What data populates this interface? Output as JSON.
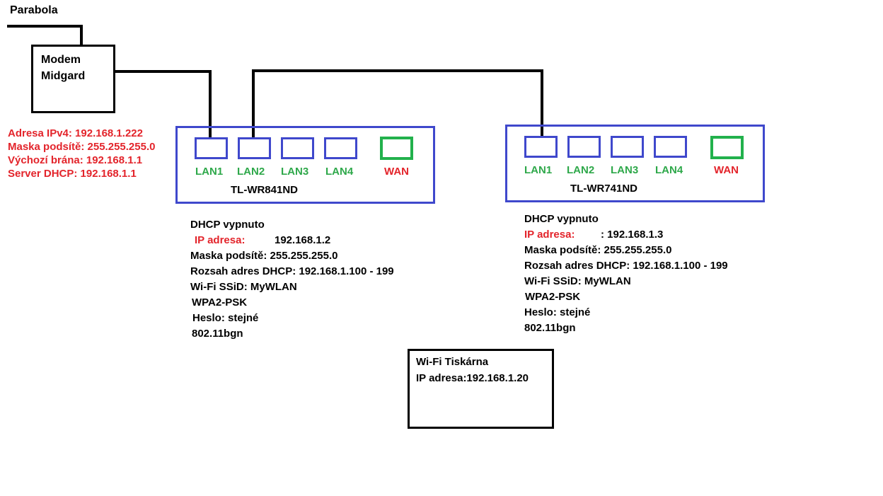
{
  "colors": {
    "wire": "#000000",
    "router_border": "#3f48cc",
    "lan": "#2ea84a",
    "wan_label": "#e3242b",
    "wan_port": "#22b14c",
    "red_text": "#e3242b"
  },
  "parabola": {
    "label": "Parabola"
  },
  "modem": {
    "line1": "Modem",
    "line2": "Midgard",
    "info": [
      "Adresa IPv4: 192.168.1.222",
      "Maska podsítě: 255.255.255.0",
      "Výchozí brána: 192.168.1.1",
      "Server DHCP: 192.168.1.1"
    ]
  },
  "router1": {
    "model": "TL-WR841ND",
    "ports": [
      "LAN1",
      "LAN2",
      "LAN3",
      "LAN4",
      "WAN"
    ],
    "dhcp": "DHCP vypnuto",
    "ip_label": "IP adresa:",
    "ip_value": "192.168.1.2",
    "mask": "Maska podsítě: 255.255.255.0",
    "range": "Rozsah adres DHCP: 192.168.1.100 - 199",
    "ssid": "Wi-Fi SSiD: MyWLAN",
    "security": "WPA2-PSK",
    "password": "Heslo: stejné",
    "standard": "802.11bgn"
  },
  "router2": {
    "model": "TL-WR741ND",
    "ports": [
      "LAN1",
      "LAN2",
      "LAN3",
      "LAN4",
      "WAN"
    ],
    "dhcp": "DHCP vypnuto",
    "ip_label": "IP adresa:",
    "ip_value": ": 192.168.1.3",
    "mask": "Maska podsítě: 255.255.255.0",
    "range": "Rozsah adres DHCP: 192.168.1.100 - 199",
    "ssid": "Wi-Fi SSiD: MyWLAN",
    "security": "WPA2-PSK",
    "password": "Heslo: stejné",
    "standard": "802.11bgn"
  },
  "printer": {
    "title": "Wi-Fi Tiskárna",
    "ip": "IP adresa:192.168.1.20"
  }
}
